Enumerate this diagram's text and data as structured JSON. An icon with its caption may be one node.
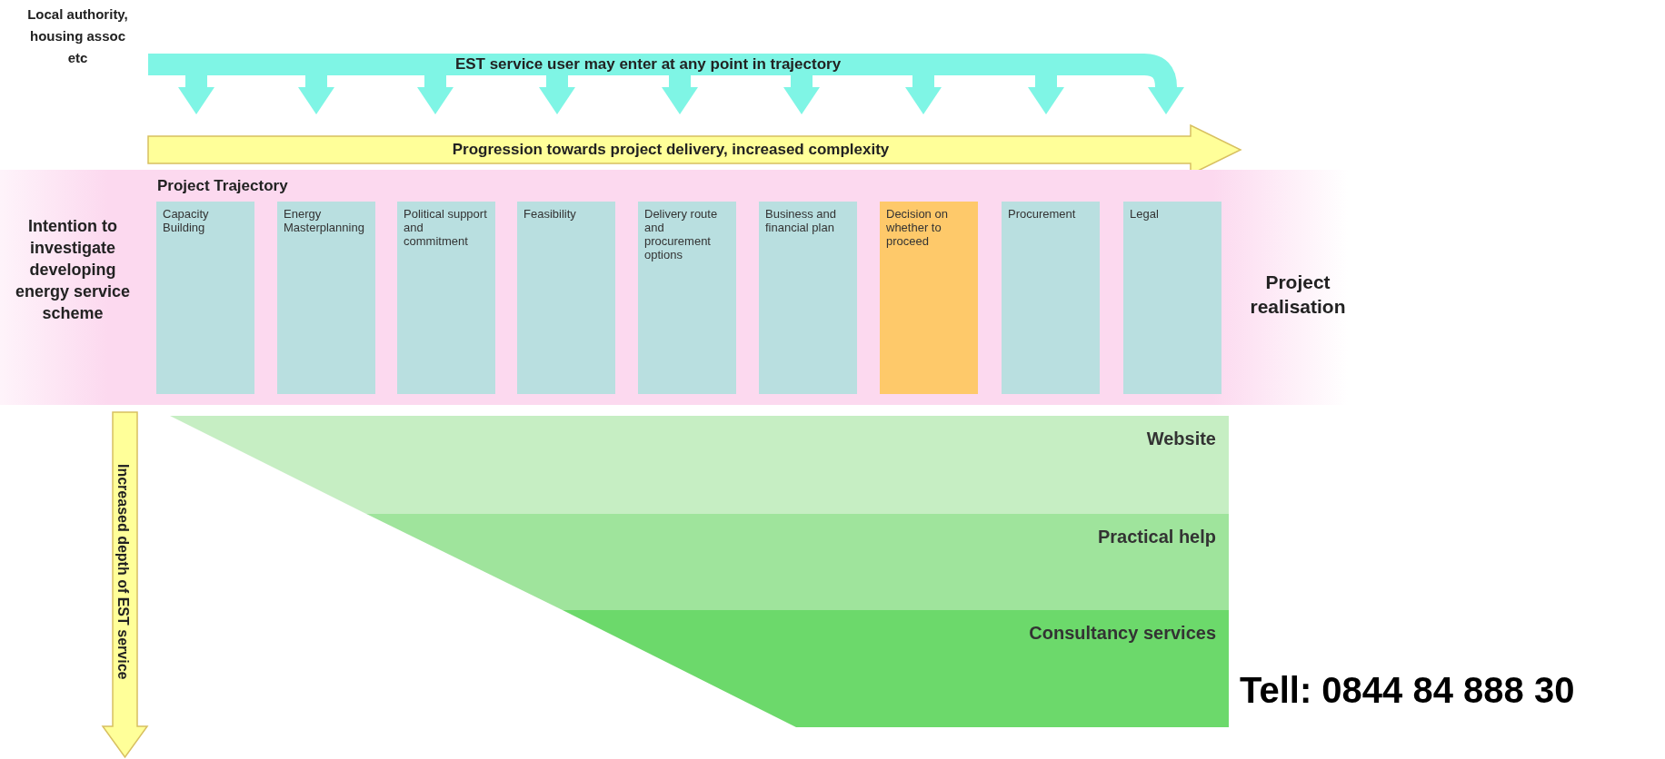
{
  "diagram": {
    "nodes": [
      {
        "text": [
          "Local authority, housing assoc etc"
        ]
      },
      {
        "text": [
          "Project Trajectory"
        ]
      },
      {
        "text": [
          "Capacity Building"
        ],
        "in": 1
      },
      {
        "text": [
          "Energy Masterplanning"
        ],
        "in": 1
      },
      {
        "text": [
          "Political support and commitment"
        ],
        "in": 1
      },
      {
        "text": [
          "Feasibility"
        ],
        "in": 1
      },
      {
        "text": [
          "Delivery route and procurement options"
        ],
        "in": 1
      },
      {
        "text": [
          "Business and financial plan"
        ],
        "in": 1
      },
      {
        "text": [
          "Decision on whether to proceed"
        ],
        "in": 1
      },
      {
        "text": [
          "Procurement"
        ],
        "in": 1
      },
      {
        "text": [
          "Legal"
        ],
        "in": 1
      },
      {
        "text": [
          "Intention to investigate developing energy service scheme"
        ],
        "in": 1
      },
      {
        "text": [
          "Project realisation"
        ],
        "in": 1
      },
      {
        "text": [
          "Website"
        ]
      },
      {
        "text": [
          "Practical help"
        ]
      },
      {
        "text": [
          "Consultancy services"
        ]
      }
    ],
    "edges": [
      {
        "from": 0,
        "to": 1,
        "arrow": "to"
      },
      {
        "from": 0,
        "to": 1,
        "arrow": "to"
      },
      {
        "from": 0,
        "to": 1,
        "arrow": "to"
      },
      {
        "from": 0,
        "to": 1,
        "arrow": "to"
      },
      {
        "from": 0,
        "to": 1,
        "arrow": "to"
      },
      {
        "from": 0,
        "to": 1,
        "arrow": "to"
      },
      {
        "from": 0,
        "to": 1,
        "arrow": "to"
      },
      {
        "from": 0,
        "to": 1,
        "arrow": "to"
      },
      {
        "from": 0,
        "to": 1,
        "arrow": "to",
        "label": "EST service user may enter at any point in trajectory"
      }
    ],
    "labels": [
      "Progression towards project delivery, increased complexity",
      "Increased depth of EST service",
      "Tell: 0844 84 888 30"
    ]
  }
}
